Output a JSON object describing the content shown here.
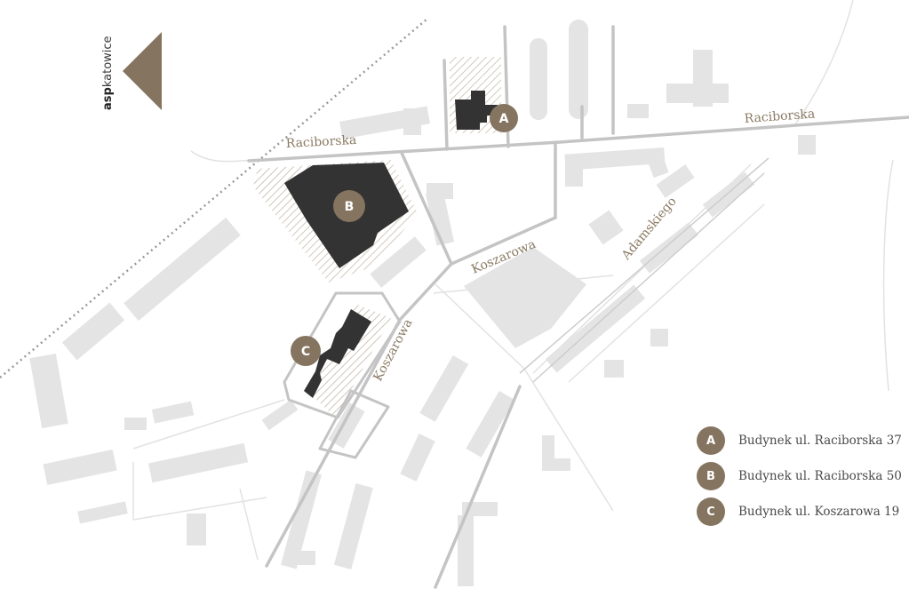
{
  "logo": {
    "prefix": "asp",
    "suffix": "katowice"
  },
  "streets": {
    "raciborska_west": "Raciborska",
    "raciborska_east": "Raciborska",
    "koszarowa_north": "Koszarowa",
    "koszarowa_south": "Koszarowa",
    "adamskiego": "Adamskiego"
  },
  "markers": {
    "a": "A",
    "b": "B",
    "c": "C"
  },
  "legend": [
    {
      "letter": "A",
      "label": "Budynek ul. Raciborska 37"
    },
    {
      "letter": "B",
      "label": "Budynek ul. Raciborska 50"
    },
    {
      "letter": "C",
      "label": "Budynek ul. Koszarowa 19"
    }
  ],
  "colors": {
    "accent": "#85745f",
    "building": "#e4e4e4",
    "highlight": "#333333",
    "road": "#c4c4c4"
  }
}
